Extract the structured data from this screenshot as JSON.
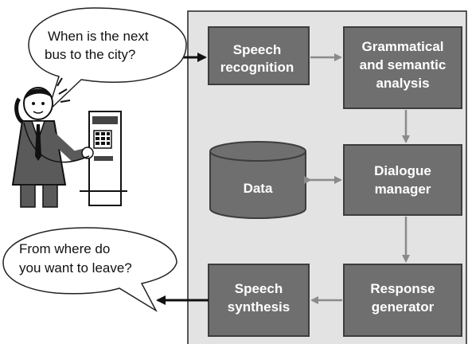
{
  "diagram": {
    "colors": {
      "panel": "#e3e3e3",
      "box": "#6f6f6f",
      "box_border": "#3d3d3d",
      "arrow_internal": "#8a8a8a",
      "arrow_external": "#111111"
    },
    "bubbles": {
      "question": {
        "line1": "When is the next",
        "line2": "bus to the city?"
      },
      "answer": {
        "line1": "From where do",
        "line2": "you want to leave?"
      }
    },
    "boxes": {
      "speech_recognition": {
        "line1": "Speech",
        "line2": "recognition"
      },
      "analysis": {
        "line1": "Grammatical",
        "line2": "and semantic",
        "line3": "analysis"
      },
      "data": {
        "label": "Data"
      },
      "dialogue_manager": {
        "line1": "Dialogue",
        "line2": "manager"
      },
      "speech_synthesis": {
        "line1": "Speech",
        "line2": "synthesis"
      },
      "response_generator": {
        "line1": "Response",
        "line2": "generator"
      }
    },
    "icons": {
      "caller": "man-on-payphone-icon",
      "payphone": "payphone-icon"
    }
  }
}
